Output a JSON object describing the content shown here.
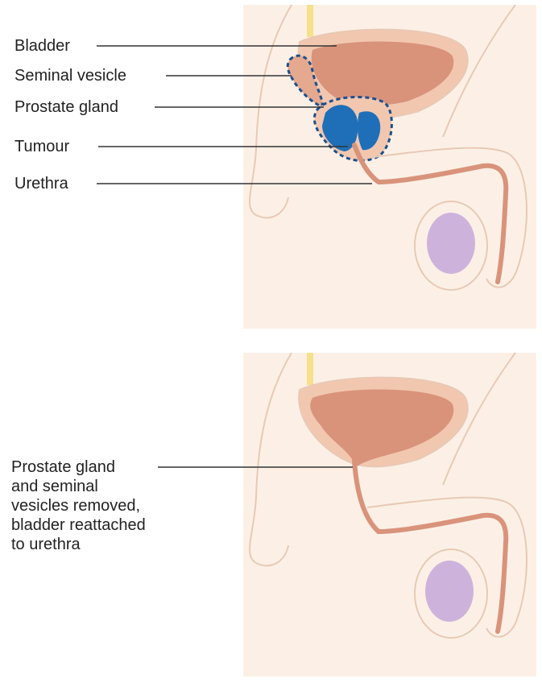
{
  "diagram_before": {
    "labels": {
      "bladder": "Bladder",
      "seminal_vesicle": "Seminal vesicle",
      "prostate_gland": "Prostate gland",
      "tumour": "Tumour",
      "urethra": "Urethra"
    }
  },
  "diagram_after": {
    "caption_lines": [
      "Prostate gland",
      "and seminal",
      "vesicles removed,",
      "bladder reattached",
      "to urethra"
    ]
  },
  "colors": {
    "background_panel": "#fcf0e6",
    "body_outline": "#e8c9b5",
    "bladder_outer": "#f2c7b0",
    "bladder_inner": "#d9937b",
    "tumour": "#1e6fb8",
    "dashed_outline": "#1a4f8f",
    "testis": "#cdb3dc",
    "nerve": "#f7e08a",
    "leader_line": "#333333"
  }
}
